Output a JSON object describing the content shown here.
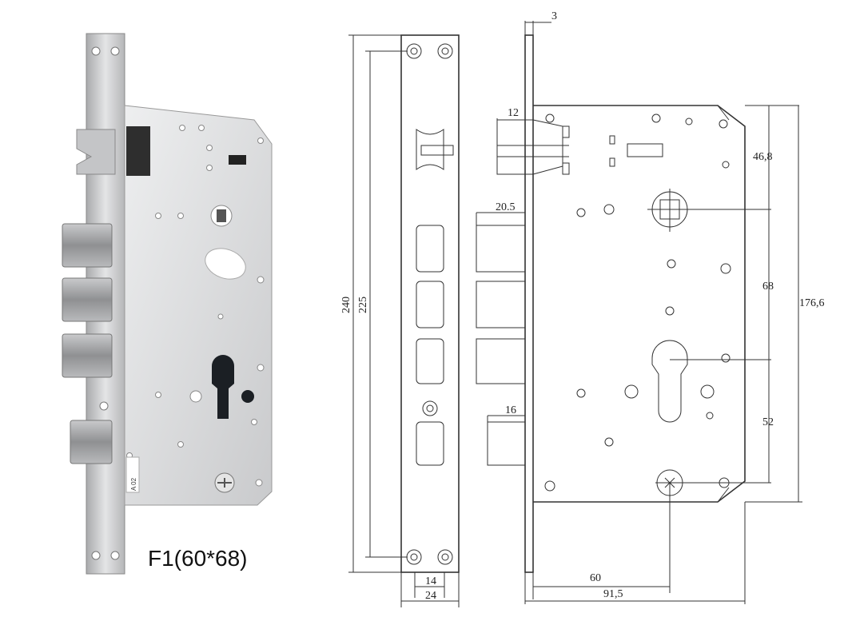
{
  "product": {
    "caption": "F1(60*68)",
    "case_labels": {
      "badge": "A 02"
    }
  },
  "front_view": {
    "dims": {
      "total_height": "240",
      "screw_spacing": "225",
      "inner_width": "14",
      "outer_width": "24"
    }
  },
  "side_view": {
    "dims": {
      "faceplate_thickness": "3",
      "latch_throw": "12",
      "bolt_throw": "20.5",
      "lower_bolt_throw": "16",
      "spindle_from_top": "46,8",
      "spindle_to_cylinder": "68",
      "cylinder_to_bottom": "52",
      "case_height": "176,6",
      "backset": "60",
      "case_depth": "91,5"
    }
  },
  "colors": {
    "steel_light": "#d9dadb",
    "steel_dark": "#9a9b9d",
    "plate": "#c4c5c7",
    "line": "#333333"
  }
}
